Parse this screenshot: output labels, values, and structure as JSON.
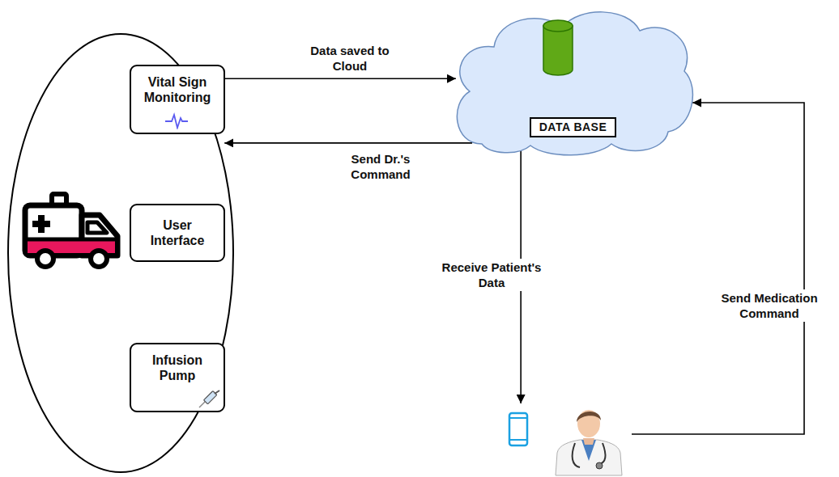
{
  "diagram": {
    "nodes": [
      {
        "text": []
      },
      {
        "text": [
          "Vital Sign Monitoring"
        ],
        "in": 0
      },
      {
        "text": [
          "User Interface"
        ],
        "in": 0
      },
      {
        "text": [
          "Infusion Pump"
        ],
        "in": 0
      },
      {
        "text": [
          "DATA BASE"
        ]
      },
      {
        "text": []
      }
    ],
    "edges": [
      {
        "from": 1,
        "to": 4,
        "arrow": "to",
        "label": "Data saved to Cloud"
      },
      {
        "from": 4,
        "to": 0,
        "arrow": "to",
        "label": "Send Dr.'s Command"
      },
      {
        "from": 4,
        "to": 5,
        "arrow": "to",
        "label": "Receive Patient's Data"
      },
      {
        "from": 5,
        "to": 4,
        "arrow": "to",
        "label": "Send Medication Command"
      }
    ]
  }
}
